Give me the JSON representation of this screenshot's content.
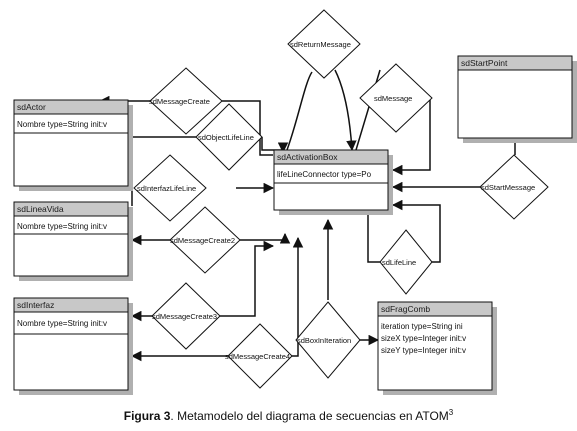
{
  "colors": {
    "header_fill": "#c8c8c8",
    "border": "#111111",
    "line": "#111111",
    "shadow": "#b0b0b0"
  },
  "classes": {
    "sdActor": {
      "title": "sdActor",
      "attrs": [
        "Nombre type=String init:v"
      ]
    },
    "sdActivationBox": {
      "title": "sdActivationBox",
      "attrs": [
        "lifeLineConnector type=Po"
      ]
    },
    "sdLineaVida": {
      "title": "sdLineaVida",
      "attrs": [
        "Nombre type=String init:v"
      ]
    },
    "sdInterfaz": {
      "title": "sdInterfaz",
      "attrs": [
        "Nombre type=String init:v"
      ]
    },
    "sdStartPoint": {
      "title": "sdStartPoint",
      "attrs": []
    },
    "sdFragComb": {
      "title": "sdFragComb",
      "attrs": [
        "iteration type=String ini",
        "sizeX type=Integer init:v",
        "sizeY type=Integer init:v"
      ]
    }
  },
  "relations": {
    "sdReturnMessage": "sdReturnMessage",
    "sdMessageCreate": "sdMessageCreate",
    "sdMessage": "sdMessage",
    "sdObjectLifeLine": "sdObjectLifeLine",
    "sdInterfazLifeLine": "sdInterfazLifeLine",
    "sdStartMessage": "sdStartMessage",
    "sdMessageCreate2": "sdMessageCreate2",
    "sdLifeLine": "sdLifeLine",
    "sdMessageCreate3": "sdMessageCreate3",
    "sdBoxInIteration": "sdBoxInIteration",
    "sdMessageCreate4": "sdMessageCreate4"
  },
  "caption": {
    "label": "Figura 3",
    "text": ". Metamodelo del diagrama de secuencias en ATOM",
    "superscript": "3"
  }
}
